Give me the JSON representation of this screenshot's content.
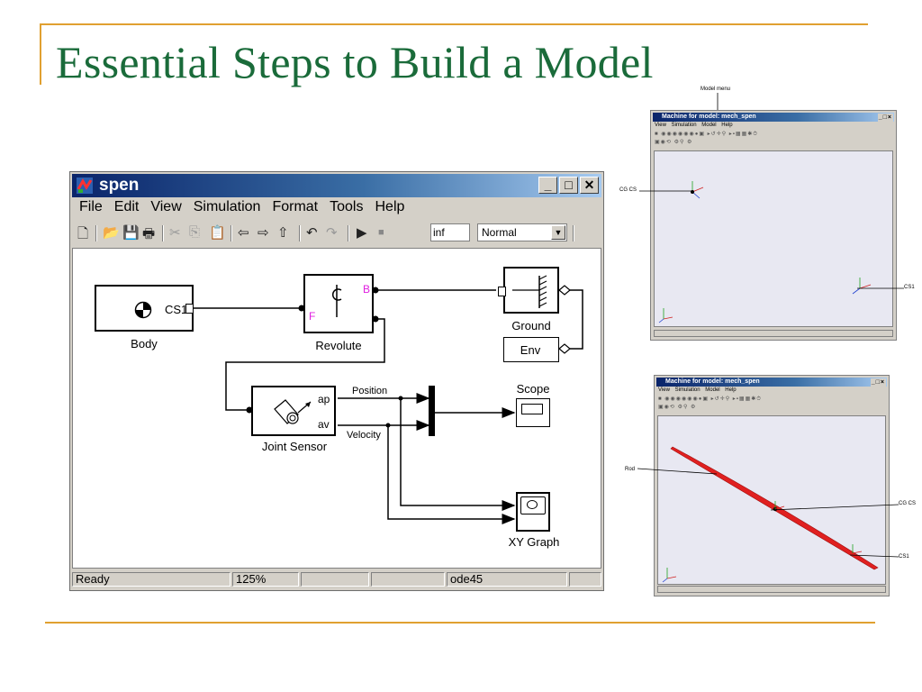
{
  "slide": {
    "title": "Essential Steps to Build a Model"
  },
  "colors": {
    "accent_rule": "#e0a030",
    "title_green": "#1a6b3a",
    "titlebar_blue": "#0a246a",
    "port_magenta": "#e020e0",
    "rod_red": "#e02020"
  },
  "simulink_window": {
    "title": "spen",
    "caption_buttons": [
      "_",
      "□",
      "✕"
    ],
    "menu": [
      "File",
      "Edit",
      "View",
      "Simulation",
      "Format",
      "Tools",
      "Help"
    ],
    "toolbar": {
      "stop_time": "inf",
      "sim_mode": "Normal",
      "icons": [
        "new-icon",
        "open-icon",
        "save-icon",
        "print-icon",
        "cut-icon",
        "copy-icon",
        "paste-icon",
        "back-icon",
        "forward-icon",
        "up-icon",
        "undo-icon",
        "redo-icon",
        "play-icon",
        "stop-icon"
      ]
    },
    "blocks": {
      "body": {
        "label": "Body",
        "port": "CS1"
      },
      "revolute": {
        "label": "Revolute",
        "port_f": "F",
        "port_b": "B"
      },
      "ground": {
        "label": "Ground"
      },
      "env": {
        "label": "Env"
      },
      "joint_sensor": {
        "label": "Joint Sensor",
        "port_ap": "ap",
        "port_av": "av"
      },
      "scope": {
        "label": "Scope"
      },
      "xy_graph": {
        "label": "XY Graph"
      }
    },
    "signals": {
      "position": "Position",
      "velocity": "Velocity"
    },
    "status": {
      "state": "Ready",
      "zoom": "125%",
      "solver": "ode45"
    }
  },
  "machine_window_top": {
    "title": "Machine for model: mech_spen",
    "caption": "_□×",
    "menu": [
      "View",
      "Simulation",
      "Model",
      "Help"
    ],
    "callouts": {
      "model_menu": "Model menu",
      "cg_cs": "CG CS",
      "cs1": "CS1"
    }
  },
  "machine_window_bottom": {
    "title": "Machine for model: mech_spen",
    "caption": "_□×",
    "menu": [
      "View",
      "Simulation",
      "Model",
      "Help"
    ],
    "callouts": {
      "rod": "Rod",
      "cg_cs": "CG CS",
      "cs1": "CS1"
    }
  }
}
